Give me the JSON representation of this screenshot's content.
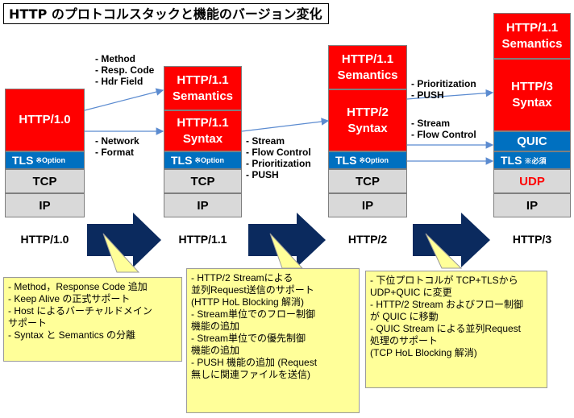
{
  "title": "HTTP のプロトコルスタックと機能のバージョン変化",
  "stacks": {
    "s10": {
      "main": "HTTP/1.0",
      "tls": "TLS",
      "tls_note": "※Option",
      "tcp": "TCP",
      "ip": "IP",
      "label": "HTTP/1.0"
    },
    "s11": {
      "sem1": "HTTP/1.1",
      "sem2": "Semantics",
      "syn1": "HTTP/1.1",
      "syn2": "Syntax",
      "tls": "TLS",
      "tls_note": "※Option",
      "tcp": "TCP",
      "ip": "IP",
      "label": "HTTP/1.1"
    },
    "s2": {
      "sem1": "HTTP/1.1",
      "sem2": "Semantics",
      "syn1": "HTTP/2",
      "syn2": "Syntax",
      "tls": "TLS",
      "tls_note": "※Option",
      "tcp": "TCP",
      "ip": "IP",
      "label": "HTTP/2"
    },
    "s3": {
      "sem1": "HTTP/1.1",
      "sem2": "Semantics",
      "syn1": "HTTP/3",
      "syn2": "Syntax",
      "quic": "QUIC",
      "tls": "TLS",
      "tls_note": "※必須",
      "udp": "UDP",
      "ip": "IP",
      "label": "HTTP/3"
    }
  },
  "transitions": {
    "t1_top": [
      "- Method",
      "- Resp. Code",
      "- Hdr Field"
    ],
    "t1_bottom": [
      "- Network",
      "- Format"
    ],
    "t2": [
      "- Stream",
      "- Flow Control",
      "- Prioritization",
      "- PUSH"
    ],
    "t3_top": [
      "- Prioritization",
      "- PUSH"
    ],
    "t3_bottom": [
      "- Stream",
      "- Flow Control"
    ]
  },
  "notes": {
    "n1": [
      "- Method，Response Code 追加",
      "- Keep Alive の正式サポート",
      "- Host によるバーチャルドメイン",
      "   サポート",
      "- Syntax と Semantics の分離"
    ],
    "n2": [
      "- HTTP/2 Streamによる",
      "  並列Request送信のサポート",
      "  (HTTP HoL Blocking 解消)",
      "- Stream単位でのフロー制御",
      "  機能の追加",
      "- Stream単位での優先制御",
      "  機能の追加",
      "- PUSH 機能の追加 (Request",
      "  無しに関連ファイルを送信)"
    ],
    "n3": [
      "- 下位プロトコルが TCP+TLSから",
      "  UDP+QUIC に変更",
      "- HTTP/2 Stream およびフロー制御",
      "  が QUIC に移動",
      "- QUIC Stream による並列Request",
      "  処理のサポート",
      "  (TCP HoL Blocking 解消)"
    ]
  },
  "colors": {
    "red": "#ff0000",
    "blue": "#0070c0",
    "gray": "#d9d9d9",
    "arrow_navy": "#0b2a5e",
    "note_yellow": "#ffff99",
    "udp_red": "#ff0000"
  }
}
